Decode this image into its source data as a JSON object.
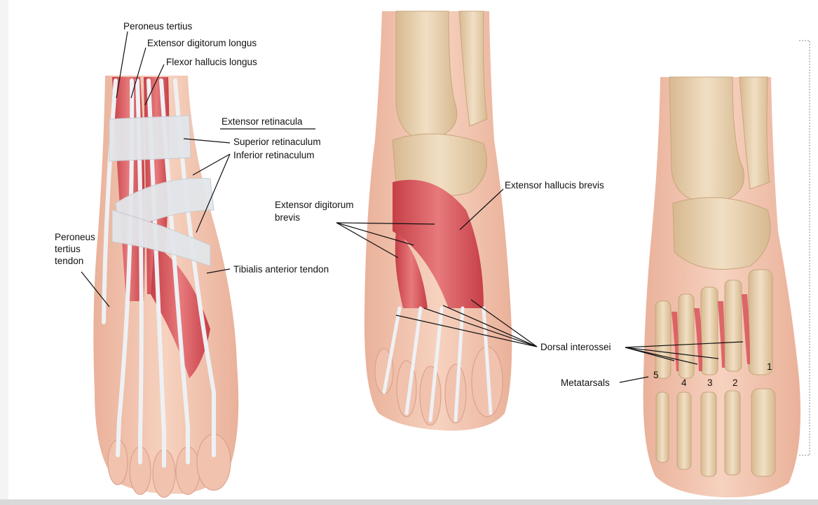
{
  "labels": {
    "peroneus_tertius": "Peroneus tertius",
    "extensor_digitorum_longus": "Extensor digitorum longus",
    "flexor_hallucis_longus": "Flexor hallucis longus",
    "extensor_retinacula": "Extensor retinacula",
    "superior_retinaculum": "Superior retinaculum",
    "inferior_retinaculum": "Inferior retinaculum",
    "peroneus_tertius_tendon_line1": "Peroneus",
    "peroneus_tertius_tendon_line2": "tertius",
    "peroneus_tertius_tendon_line3": "tendon",
    "tibialis_anterior_tendon": "Tibialis anterior tendon",
    "extensor_digitorum_brevis_line1": "Extensor digitorum",
    "extensor_digitorum_brevis_line2": "brevis",
    "extensor_hallucis_brevis": "Extensor hallucis brevis",
    "dorsal_interossei": "Dorsal interossei",
    "metatarsals": "Metatarsals",
    "metatarsal_numbers": [
      "5",
      "4",
      "3",
      "2",
      "1"
    ]
  },
  "colors": {
    "skin": "#f3c9b3",
    "muscle": "#d9545a",
    "tendon": "#e9ecef",
    "bone": "#e9d2b0"
  }
}
